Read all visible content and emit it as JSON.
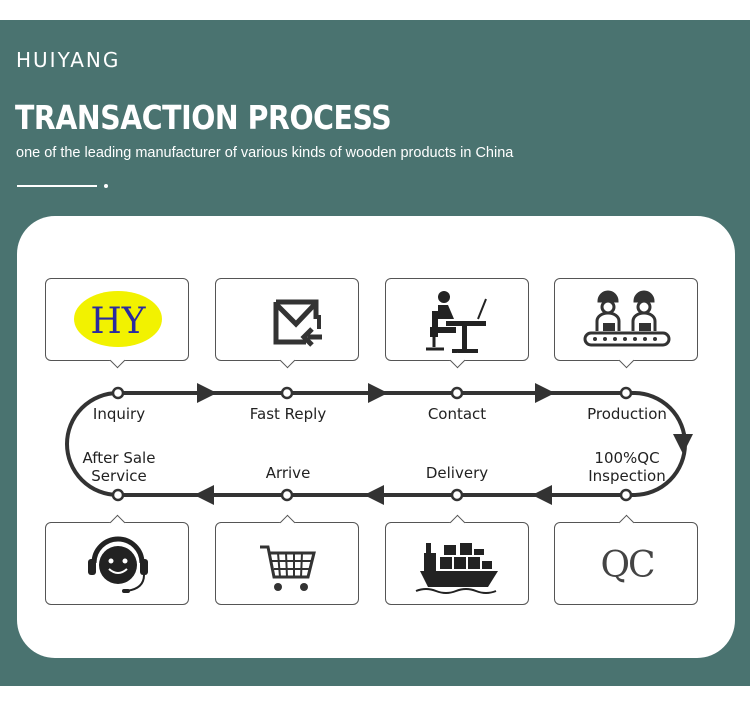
{
  "header": {
    "brand": "HUIYANG",
    "title": "TRANSACTION PROCESS",
    "subtitle": "one of the leading manufacturer of various kinds of wooden products in China"
  },
  "logo": {
    "text": "HY"
  },
  "icons": {
    "qc_text": "QC",
    "inquiry": "hy-logo-icon",
    "fast_reply": "mail-reply-icon",
    "contact": "office-worker-icon",
    "production": "factory-workers-icon",
    "inspection": "qc-icon",
    "delivery": "cargo-ship-icon",
    "arrive": "shopping-cart-icon",
    "after_sale": "customer-service-icon"
  },
  "steps": {
    "inquiry": "Inquiry",
    "fast_reply": "Fast Reply",
    "contact": "Contact",
    "production": "Production",
    "inspection_line1": "100%QC",
    "inspection_line2": "Inspection",
    "delivery": "Delivery",
    "arrive": "Arrive",
    "after_sale_line1": "After Sale",
    "after_sale_line2": "Service"
  },
  "colors": {
    "banner": "#4a7370",
    "line": "#333333",
    "logo_fill": "#f2f200",
    "logo_text": "#2a2aa0"
  }
}
